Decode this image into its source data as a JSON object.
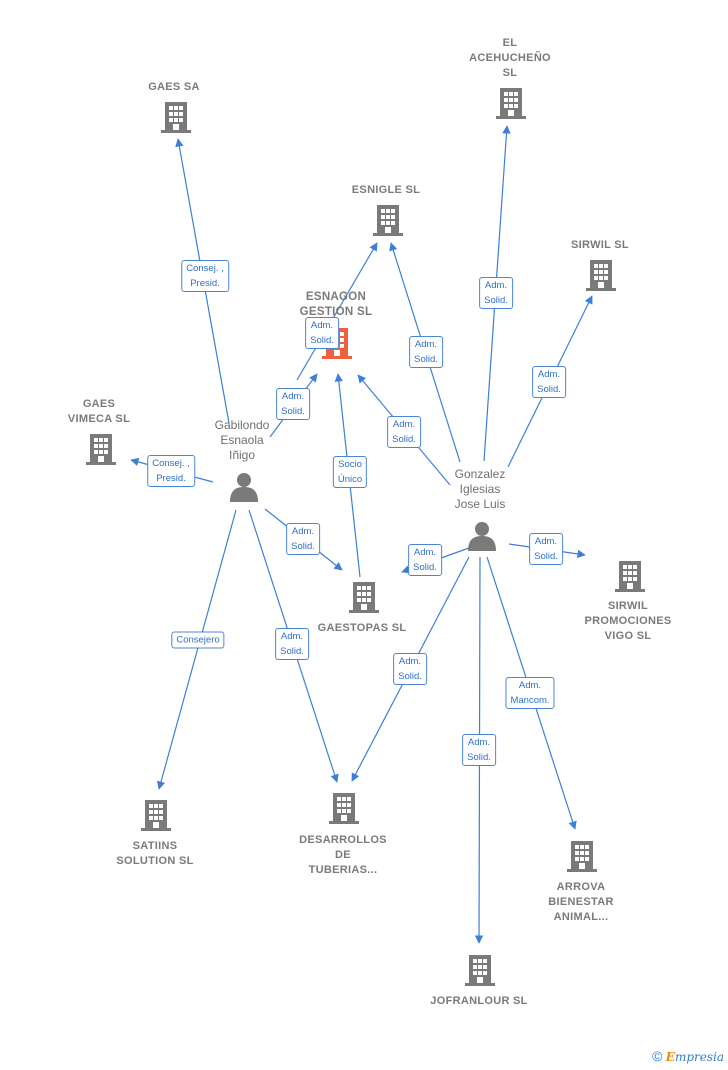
{
  "companies": [
    {
      "id": "esnagon",
      "label": "ESNAGON GESTION SL",
      "lines": [
        "ESNAGON",
        "GESTION  SL"
      ],
      "main": true
    },
    {
      "id": "gaes_sa",
      "label": "GAES SA",
      "lines": [
        "GAES SA"
      ]
    },
    {
      "id": "el_acehucheno",
      "label": "EL ACEHUCHEÑO SL",
      "lines": [
        "EL",
        "ACEHUCHEÑO",
        "SL"
      ]
    },
    {
      "id": "esnigle",
      "label": "ESNIGLE SL",
      "lines": [
        "ESNIGLE  SL"
      ]
    },
    {
      "id": "sirwil",
      "label": "SIRWIL SL",
      "lines": [
        "SIRWIL  SL"
      ]
    },
    {
      "id": "gaes_vimeca",
      "label": "GAES VIMECA SL",
      "lines": [
        "GAES",
        "VIMECA  SL"
      ]
    },
    {
      "id": "gaestopas",
      "label": "GAESTOPAS SL",
      "lines": [
        "GAESTOPAS SL"
      ]
    },
    {
      "id": "sirwil_promociones",
      "label": "SIRWIL PROMOCIONES VIGO SL",
      "lines": [
        "SIRWIL",
        "PROMOCIONES",
        "VIGO  SL"
      ]
    },
    {
      "id": "satiins",
      "label": "SATIINS SOLUTION SL",
      "lines": [
        "SATIINS",
        "SOLUTION  SL"
      ]
    },
    {
      "id": "desarrollos",
      "label": "DESARROLLOS DE TUBERIAS...",
      "lines": [
        "DESARROLLOS",
        "DE",
        "TUBERIAS..."
      ]
    },
    {
      "id": "arrova",
      "label": "ARROVA BIENESTAR ANIMAL...",
      "lines": [
        "ARROVA",
        "BIENESTAR",
        "ANIMAL..."
      ]
    },
    {
      "id": "jofranlour",
      "label": "JOFRANLOUR SL",
      "lines": [
        "JOFRANLOUR SL"
      ]
    }
  ],
  "persons": [
    {
      "id": "gabilondo",
      "lines": [
        "Gabilondo",
        "Esnaola",
        "Iñigo"
      ]
    },
    {
      "id": "gonzalez",
      "lines": [
        "Gonzalez",
        "Iglesias",
        "Jose Luis"
      ]
    }
  ],
  "edges": [
    {
      "from": "gabilondo",
      "to": "gaes_sa",
      "lines": [
        "Consej. ,",
        "Presid."
      ]
    },
    {
      "from": "gabilondo",
      "to": "gaes_vimeca",
      "lines": [
        "Consej. ,",
        "Presid."
      ]
    },
    {
      "from": "gabilondo",
      "to": "esnagon",
      "lines": [
        "Adm.",
        "Solid."
      ]
    },
    {
      "from": "gabilondo",
      "to": "esnigle",
      "lines": [
        "Adm.",
        "Solid."
      ]
    },
    {
      "from": "gabilondo",
      "to": "gaestopas",
      "lines": [
        "Adm.",
        "Solid."
      ]
    },
    {
      "from": "gabilondo",
      "to": "satiins",
      "lines": [
        "Consejero"
      ]
    },
    {
      "from": "gabilondo",
      "to": "desarrollos",
      "lines": [
        "Adm.",
        "Solid."
      ]
    },
    {
      "from": "gaestopas",
      "to": "esnagon",
      "lines": [
        "Socio",
        "Único"
      ]
    },
    {
      "from": "gonzalez",
      "to": "esnagon",
      "lines": [
        "Adm.",
        "Solid."
      ]
    },
    {
      "from": "gonzalez",
      "to": "esnigle",
      "lines": [
        "Adm.",
        "Solid."
      ]
    },
    {
      "from": "gonzalez",
      "to": "el_acehucheno",
      "lines": [
        "Adm.",
        "Solid."
      ]
    },
    {
      "from": "gonzalez",
      "to": "sirwil",
      "lines": [
        "Adm.",
        "Solid."
      ]
    },
    {
      "from": "gonzalez",
      "to": "gaestopas",
      "lines": [
        "Adm.",
        "Solid."
      ]
    },
    {
      "from": "gonzalez",
      "to": "sirwil_promociones",
      "lines": [
        "Adm.",
        "Solid."
      ]
    },
    {
      "from": "gonzalez",
      "to": "desarrollos",
      "lines": [
        "Adm.",
        "Solid."
      ]
    },
    {
      "from": "gonzalez",
      "to": "jofranlour",
      "lines": [
        "Adm.",
        "Solid."
      ]
    },
    {
      "from": "gonzalez",
      "to": "arrova",
      "lines": [
        "Adm.",
        "Mancom."
      ]
    }
  ],
  "footer": {
    "copyright": "©",
    "brand_first": "E",
    "brand_rest": "mpresia"
  },
  "colors": {
    "edge": "#3d7fd6",
    "node": "#7a7a7a",
    "main_node": "#f0603a",
    "label_border": "#4a86d4"
  }
}
